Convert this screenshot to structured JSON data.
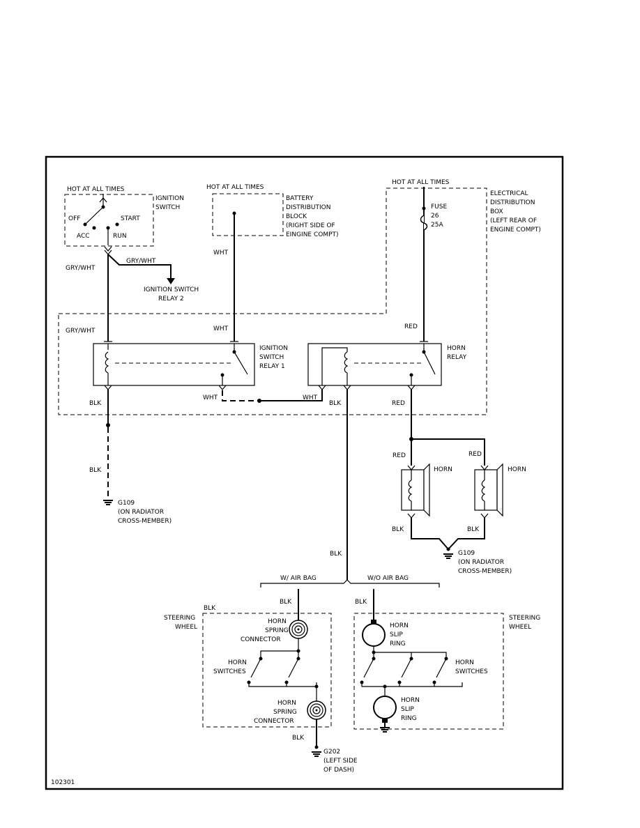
{
  "diagram_id": "102301",
  "ignition_switch": {
    "hot": "HOT AT ALL TIMES",
    "title_1": "IGNITION",
    "title_2": "SWITCH",
    "off": "OFF",
    "start": "START",
    "acc": "ACC",
    "run": "RUN"
  },
  "battery_block": {
    "hot": "HOT AT ALL TIMES",
    "lines": [
      "BATTERY",
      "DISTRIBUTION",
      "BLOCK",
      "(RIGHT SIDE OF",
      "EINGINE COMPT)"
    ]
  },
  "electrical_box": {
    "hot": "HOT AT ALL TIMES",
    "lines": [
      "ELECTRICAL",
      "DISTRIBUTION",
      "BOX",
      "(LEFT REAR OF",
      "ENGINE COMPT)"
    ],
    "fuse_lines": [
      "FUSE",
      "26",
      "25A"
    ]
  },
  "wires": {
    "gry_wht": "GRY/WHT",
    "wht": "WHT",
    "red": "RED",
    "blk": "BLK"
  },
  "ignition_relay_2": {
    "line1": "IGNITION SWITCH",
    "line2": "RELAY 2"
  },
  "ignition_relay_1": {
    "lines": [
      "IGNITION",
      "SWITCH",
      "RELAY 1"
    ]
  },
  "horn_relay": {
    "lines": [
      "HORN",
      "RELAY"
    ]
  },
  "horn": "HORN",
  "ground_g109": {
    "id": "G109",
    "lines": [
      "(ON RADIATOR",
      "CROSS-MEMBER)"
    ]
  },
  "ground_g202": {
    "id": "G202",
    "lines": [
      "(LEFT SIDE",
      "OF DASH)"
    ]
  },
  "airbag": {
    "with": "W/ AIR BAG",
    "without": "W/O AIR BAG"
  },
  "steering_wheel": {
    "line1": "STEERING",
    "line2": "WHEEL"
  },
  "horn_spring_connector": [
    "HORN",
    "SPRING",
    "CONNECTOR"
  ],
  "horn_switches": {
    "line1": "HORN",
    "line2": "SWITCHES"
  },
  "horn_slip_ring": [
    "HORN",
    "SLIP",
    "RING"
  ]
}
